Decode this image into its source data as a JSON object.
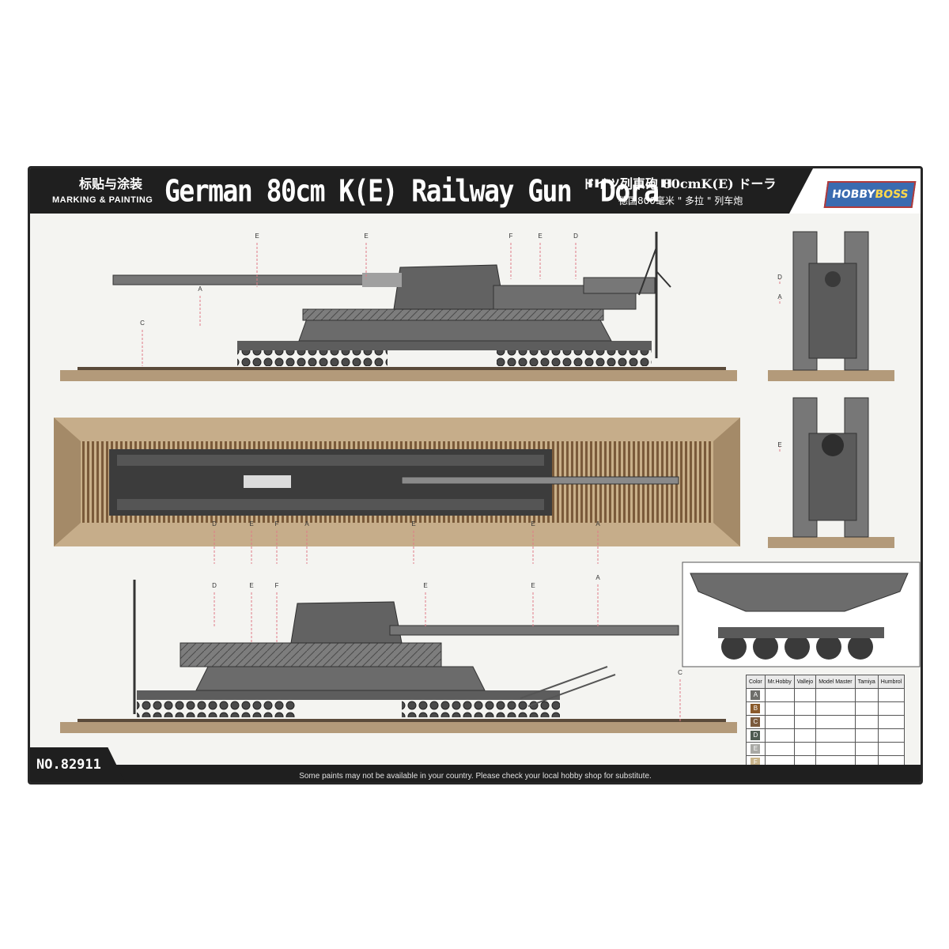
{
  "header": {
    "cn_title": "标贴与涂装",
    "subtitle": "MARKING & PAINTING",
    "title": "German 80cm K(E) Railway Gun \"Dora\"",
    "jp_title": "ドイツ列車砲 80cmK(E) ドーラ",
    "cn_title2": "德国800毫米 \" 多拉 \" 列车炮",
    "brand_a": "HOBBY",
    "brand_b": "BOSS"
  },
  "footer": {
    "model_no": "NO.82911",
    "notice": "Some paints may not be available in your country. Please check your local hobby shop for substitute."
  },
  "callouts": {
    "top_side": [
      "E",
      "E",
      "F",
      "E",
      "D",
      "A",
      "C"
    ],
    "plan": [
      "D",
      "E",
      "F",
      "A",
      "E",
      "E",
      "A"
    ],
    "bottom_side": [
      "D",
      "E",
      "F",
      "E",
      "E",
      "A",
      "C"
    ],
    "front": [
      "D",
      "A"
    ],
    "rear": [
      "E"
    ]
  },
  "legend": {
    "headers": [
      "Color",
      "Mr.Hobby",
      "Vallejo",
      "Model Master",
      "Tamiya",
      "Humbrol"
    ],
    "rows": [
      {
        "code": "A",
        "color": "#6e6e6a"
      },
      {
        "code": "B",
        "color": "#8a5a2b"
      },
      {
        "code": "C",
        "color": "#7b5a3c"
      },
      {
        "code": "D",
        "color": "#4f5b52"
      },
      {
        "code": "E",
        "color": "#a9a9a5"
      },
      {
        "code": "F",
        "color": "#c9b48a"
      }
    ]
  },
  "colors": {
    "sheet_bg": "#f4f4f1",
    "header_bg": "#1f1f1f",
    "base_brown": "#b39a7a",
    "gun_gray": "#6f6f6f",
    "callout_red": "#e07a86"
  }
}
